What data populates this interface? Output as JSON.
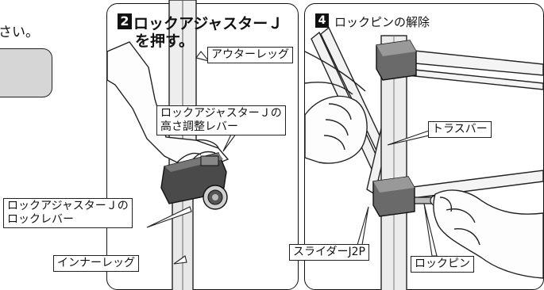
{
  "fragment": {
    "text": "さい。"
  },
  "panel2": {
    "number": "2",
    "title_line1": "ロックアジャスターＪ",
    "title_line2": "を押す。",
    "labels": {
      "outer_leg": "アウターレッグ",
      "height_lever_line1": "ロックアジャスターＪの",
      "height_lever_line2": "高さ調整レバー",
      "lock_lever_line1": "ロックアジャスターＪの",
      "lock_lever_line2": "ロックレバー",
      "inner_leg": "インナーレッグ"
    }
  },
  "panel4": {
    "number": "4",
    "title": "ロックピンの解除",
    "labels": {
      "truss_bar": "トラスバー",
      "slider": "スライダーJ2P",
      "lock_pin": "ロックピン"
    }
  }
}
